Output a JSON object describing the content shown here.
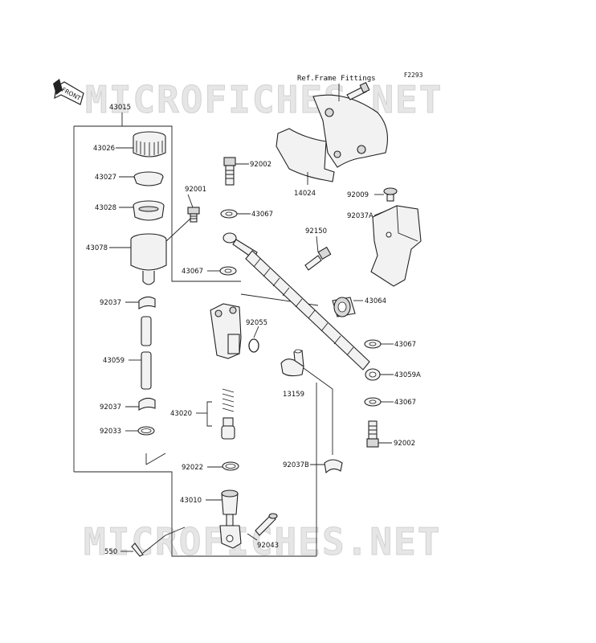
{
  "diagram": {
    "watermark": "MICROFICHES.NET",
    "header": "Ref.Frame Fittings",
    "figure_code": "F2293",
    "front_label": "FRONT",
    "labels": {
      "p43015": "43015",
      "p43026": "43026",
      "p43027": "43027",
      "p43028": "43028",
      "p43078": "43078",
      "p92001": "92001",
      "p92002_top": "92002",
      "p14024": "14024",
      "p92009": "92009",
      "p92037A": "92037A",
      "p43067_a": "43067",
      "p92150": "92150",
      "p43067_b": "43067",
      "p43064": "43064",
      "p92037_a": "92037",
      "p92055": "92055",
      "p43067_c": "43067",
      "p43059": "43059",
      "p43059A": "43059A",
      "p13159": "13159",
      "p43067_d": "43067",
      "p92037_b": "92037",
      "p43020": "43020",
      "p92033": "92033",
      "p92002_bot": "92002",
      "p92022": "92022",
      "p92037B": "92037B",
      "p43010": "43010",
      "p92043": "92043",
      "p550": "550"
    }
  }
}
